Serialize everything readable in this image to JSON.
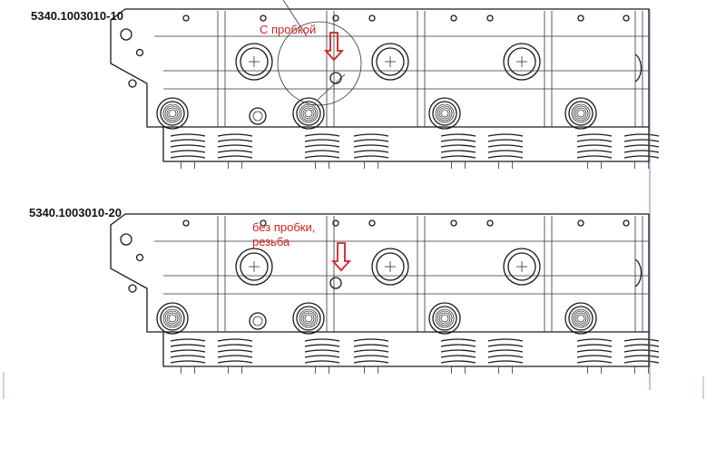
{
  "views": [
    {
      "part_number": "5340.1003010-10",
      "note_lines": [
        "С пробкой"
      ]
    },
    {
      "part_number": "5340.1003010-20",
      "note_lines": [
        "без пробки,",
        "резьба"
      ]
    }
  ],
  "colors": {
    "annotation": "#d42020",
    "drawing": "#1a1a1a",
    "background": "#ffffff"
  }
}
